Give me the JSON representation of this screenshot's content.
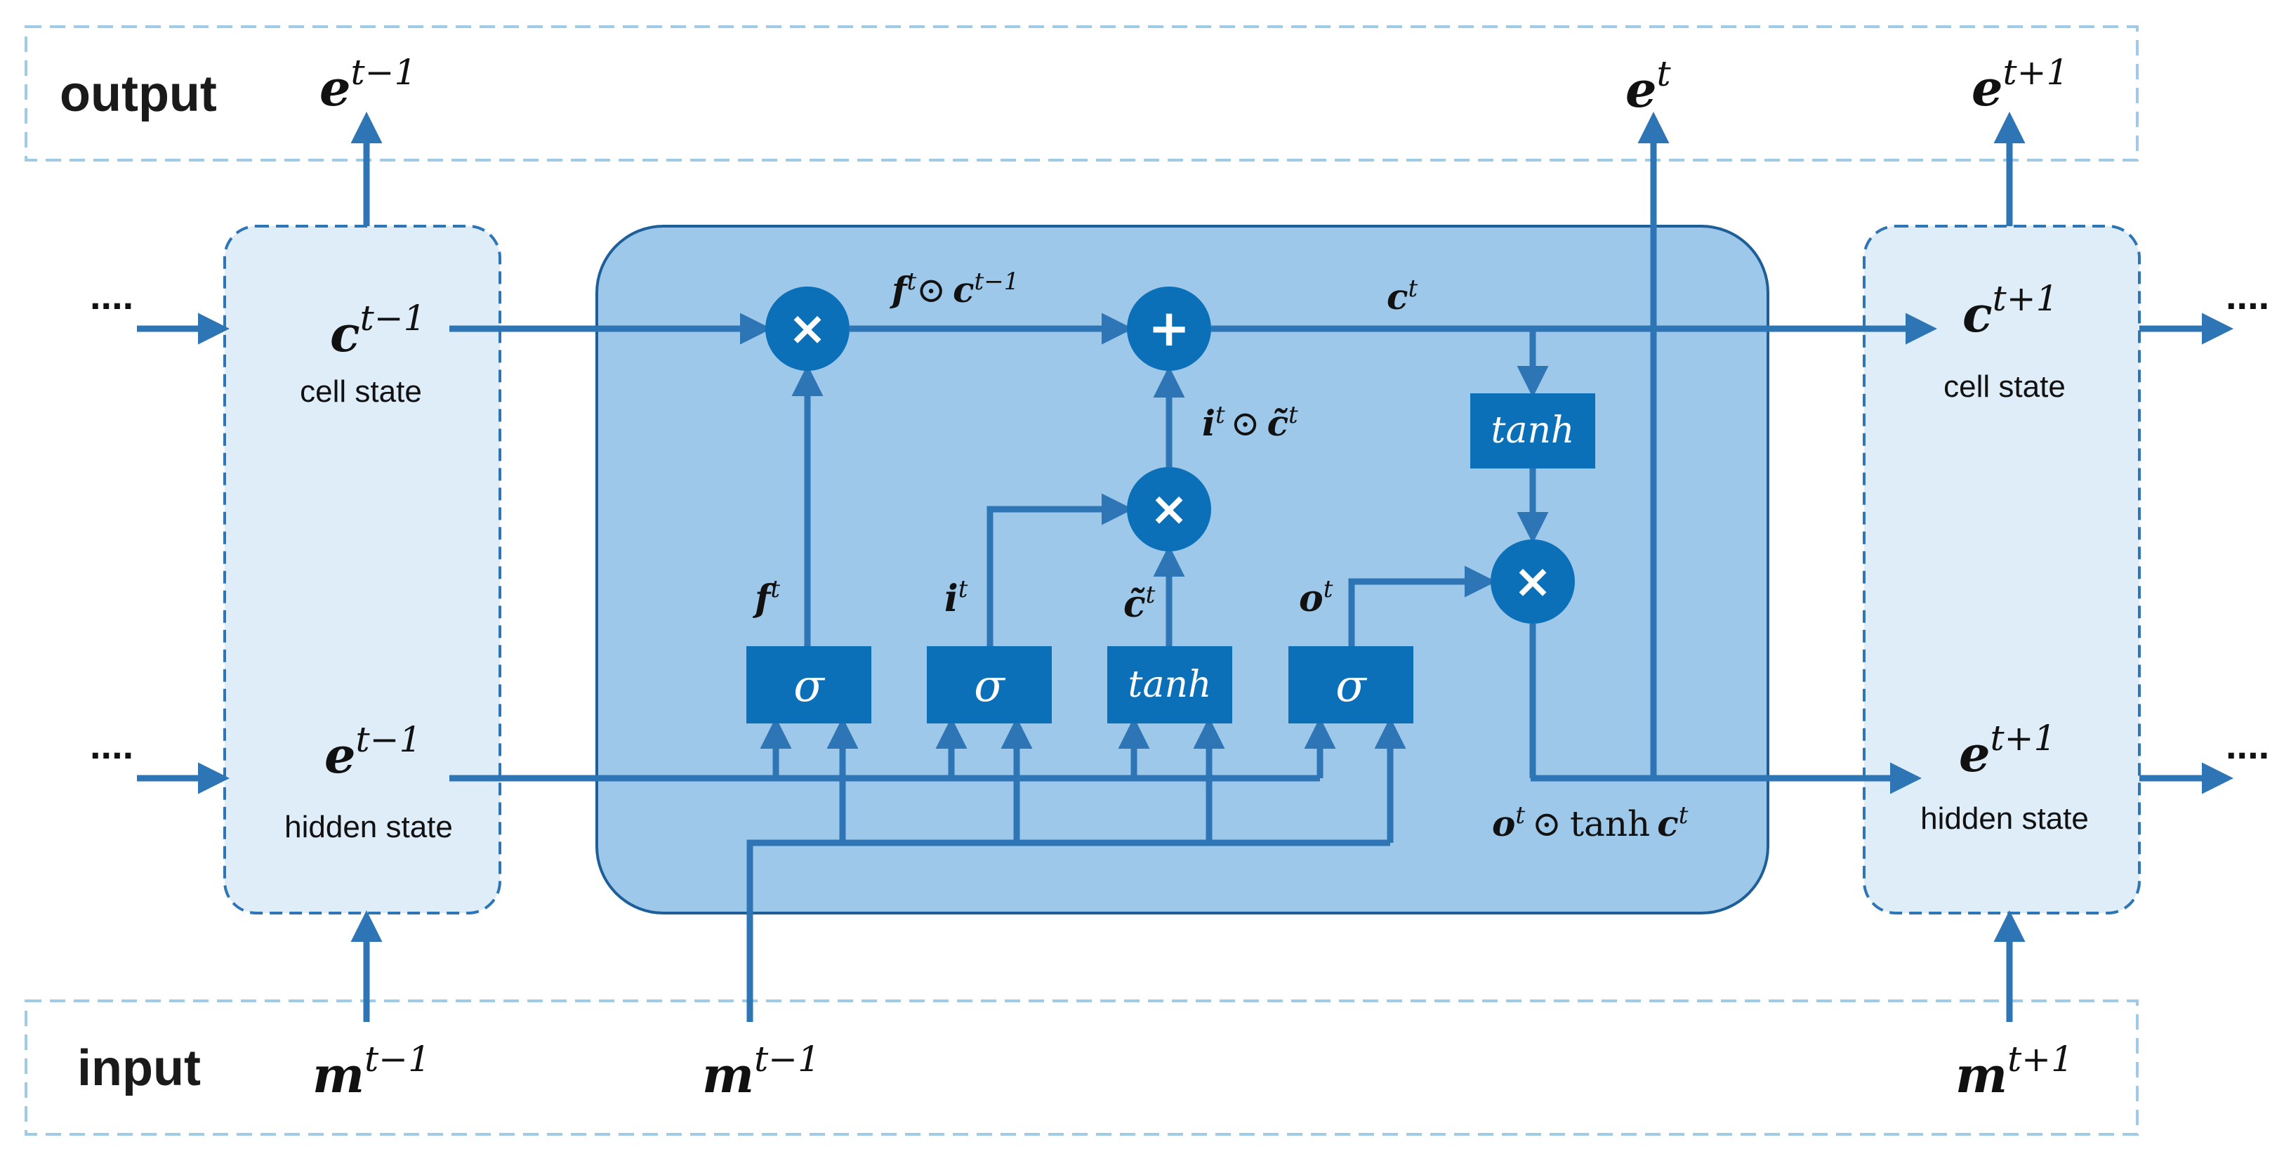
{
  "panels": {
    "output_label": "output",
    "input_label": "input"
  },
  "left_cell": {
    "cell_symbol": "c",
    "cell_sup": "t−1",
    "cell_caption": "cell state",
    "hidden_symbol": "e",
    "hidden_sup": "t−1",
    "hidden_caption": "hidden state",
    "out_symbol": "e",
    "out_sup": "t−1",
    "in_symbol": "m",
    "in_sup": "t−1"
  },
  "right_cell": {
    "cell_symbol": "c",
    "cell_sup": "t+1",
    "cell_caption": "cell state",
    "hidden_symbol": "e",
    "hidden_sup": "t+1",
    "hidden_caption": "hidden state",
    "out_symbol": "e",
    "out_sup": "t+1",
    "in_symbol": "m",
    "in_sup": "t+1"
  },
  "center": {
    "out_symbol": "e",
    "out_sup": "t",
    "in_symbol": "m",
    "in_sup": "t−1",
    "gates": [
      "σ",
      "σ",
      "tanh",
      "σ"
    ],
    "tanh_box": "tanh",
    "ops": {
      "forget_mult": "×",
      "add": "+",
      "input_mult": "×",
      "output_mult": "×"
    },
    "labels": {
      "forget_prod_a": "f",
      "forget_prod_a_sup": "t",
      "forget_prod_op": "⊙",
      "forget_prod_b": "c",
      "forget_prod_b_sup": "t−1",
      "ct": "c",
      "ct_sup": "t",
      "input_prod_a": "i",
      "input_prod_a_sup": "t",
      "input_prod_op": "⊙",
      "input_prod_b": "c̃",
      "input_prod_b_sup": "t",
      "ft": "f",
      "ft_sup": "t",
      "it": "i",
      "it_sup": "t",
      "ctilde": "c̃",
      "ctilde_sup": "t",
      "ot": "o",
      "ot_sup": "t",
      "out_prod_a": "o",
      "out_prod_a_sup": "t",
      "out_prod_op": "⊙",
      "out_prod_fn": "tanh",
      "out_prod_b": "c",
      "out_prod_b_sup": "t"
    }
  },
  "ellipsis": "....",
  "colors": {
    "arrow": "#2e75b6",
    "gate_fill": "#0b70b8",
    "cell_fill": "#9dc8e9",
    "cell_border": "#1f5f99",
    "side_fill": "#deedf8",
    "side_border": "#2e75b6",
    "panel_border": "#9fcbe7"
  }
}
